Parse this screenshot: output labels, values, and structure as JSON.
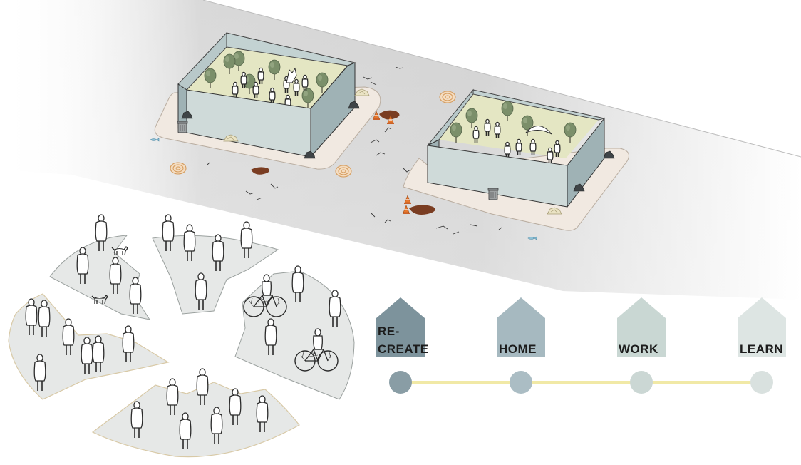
{
  "stages": [
    {
      "line1": "RE-",
      "line2": "CREATE",
      "color": "#7d939c",
      "dot": "#899da5"
    },
    {
      "line1": "",
      "line2": "HOME",
      "color": "#a6b9c0",
      "dot": "#abbdc4"
    },
    {
      "line1": "",
      "line2": "WORK",
      "color": "#c9d7d3",
      "dot": "#cbd7d4"
    },
    {
      "line1": "",
      "line2": "LEARN",
      "color": "#dde5e3",
      "dot": "#d9e1df"
    }
  ],
  "colors": {
    "road_dark": "#c9c9c9",
    "plot_fill": "#f1e9e1",
    "box_wall": "#cfdad9",
    "box_wall_dark": "#9fb2b5",
    "lawn": "#e4e6c3",
    "fragment_fill": "#e6e8e7",
    "fragment_edge": "#d8c9a6",
    "timeline": "#f1e9a6",
    "cone": "#e8772c"
  },
  "icons": [
    "person-icon",
    "tree-icon",
    "bicycle-icon",
    "dog-icon",
    "trash-bin-icon",
    "tumbleweed-icon",
    "cone-icon",
    "puddle-icon"
  ]
}
